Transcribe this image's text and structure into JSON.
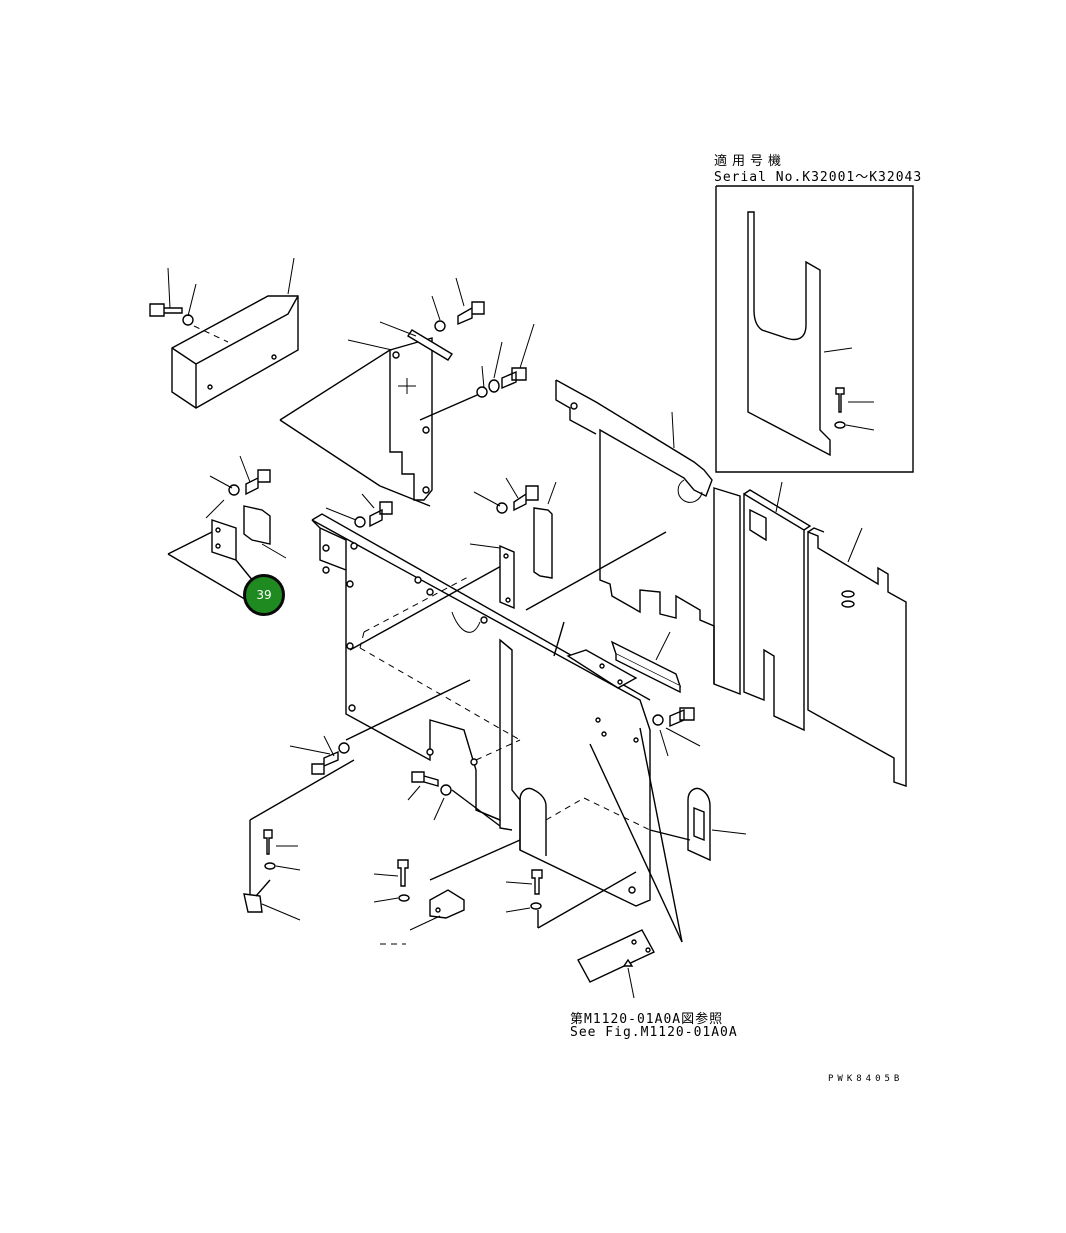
{
  "serial_box": {
    "title_jp": "適用号機",
    "serial": "Serial No.K32001～K32043"
  },
  "reference": {
    "jp": "第M1120-01A0A図参照",
    "en": "See Fig.M1120-01A0A"
  },
  "drawing_code": "PWK8405B",
  "callout": {
    "number": "39",
    "color": "#1f8a1f"
  }
}
